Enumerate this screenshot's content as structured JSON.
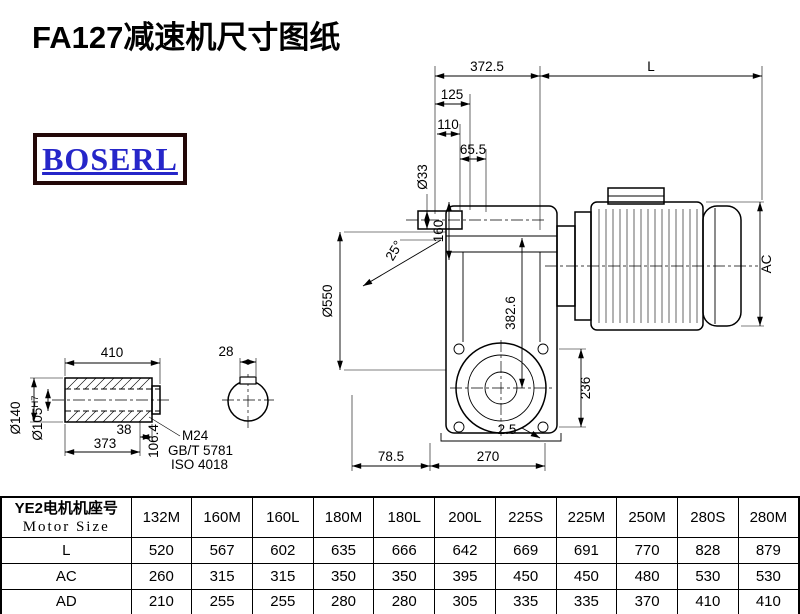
{
  "page": {
    "title": "FA127减速机尺寸图纸",
    "logo_text": "BOSERL"
  },
  "drawing": {
    "dims": {
      "top_width": "372.5",
      "motor_length": "L",
      "d125": "125",
      "d110": "110",
      "d65_5": "65.5",
      "shaft_dia": "Ø33",
      "d160": "160",
      "angle": "25°",
      "case_dia": "Ø550",
      "d382_6": "382.6",
      "motor_height": "AC",
      "d236": "236",
      "d2_5": "2.5",
      "d78_5": "78.5",
      "d270": "270"
    },
    "shaft_detail": {
      "d410": "410",
      "bore_outer": "Ø140",
      "bore_inner": "Ø105",
      "bore_tol": "H7",
      "d38": "38",
      "d373": "373",
      "note_m24": "M24",
      "note_gb": "GB/T 5781",
      "note_iso": "ISO 4018",
      "d106_4": "106.4",
      "key_width": "28"
    }
  },
  "table": {
    "header_cn": "YE2电机机座号",
    "header_en": "Motor Size",
    "columns": [
      "132M",
      "160M",
      "160L",
      "180M",
      "180L",
      "200L",
      "225S",
      "225M",
      "250M",
      "280S",
      "280M"
    ],
    "rows": [
      {
        "label": "L",
        "values": [
          "520",
          "567",
          "602",
          "635",
          "666",
          "642",
          "669",
          "691",
          "770",
          "828",
          "879"
        ]
      },
      {
        "label": "AC",
        "values": [
          "260",
          "315",
          "315",
          "350",
          "350",
          "395",
          "450",
          "450",
          "480",
          "530",
          "530"
        ]
      },
      {
        "label": "AD",
        "values": [
          "210",
          "255",
          "255",
          "280",
          "280",
          "305",
          "335",
          "335",
          "370",
          "410",
          "410"
        ]
      }
    ]
  }
}
